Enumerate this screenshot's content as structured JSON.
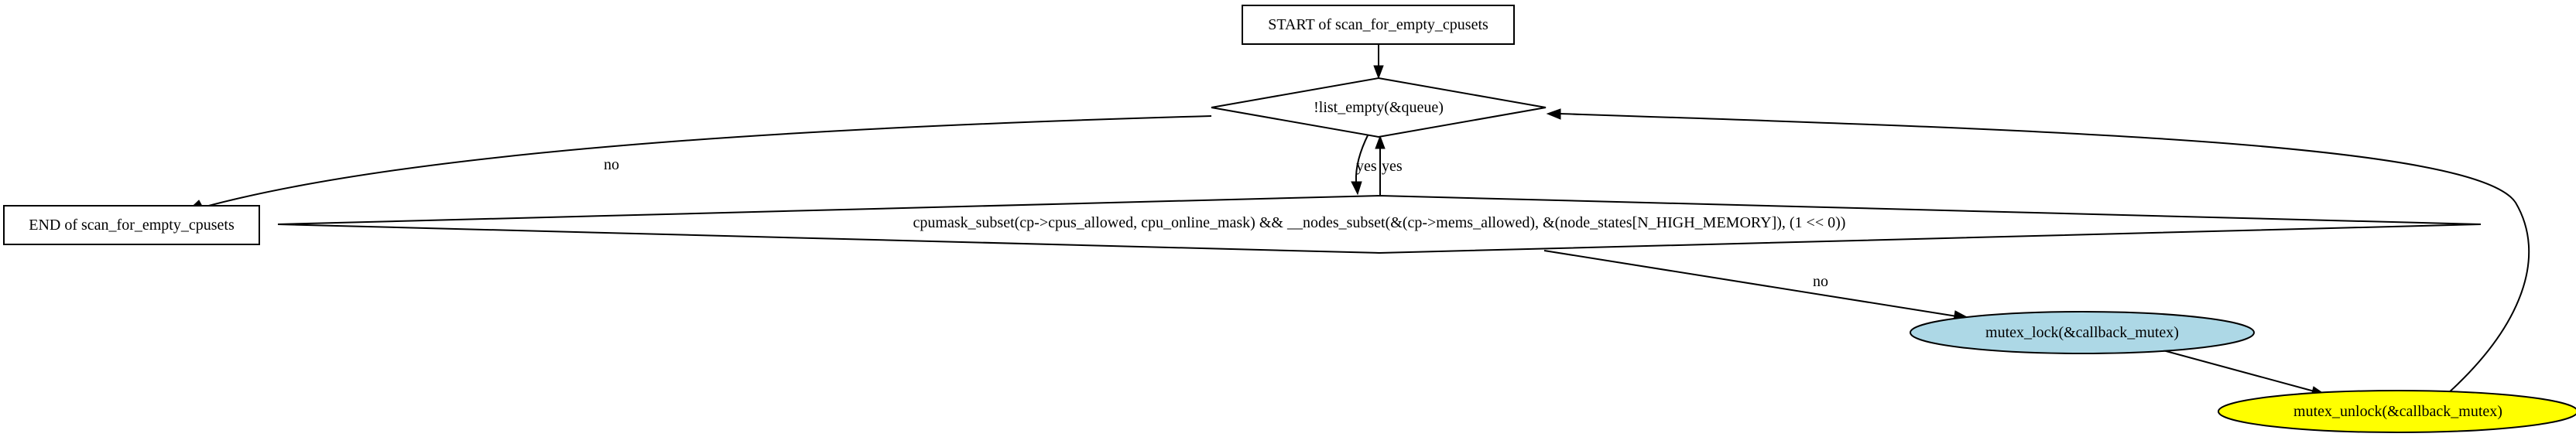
{
  "nodes": {
    "start": {
      "label": "START of scan_for_empty_cpusets",
      "shape": "box"
    },
    "loop": {
      "label": "!list_empty(&queue)",
      "shape": "diamond"
    },
    "end": {
      "label": "END of scan_for_empty_cpusets",
      "shape": "box"
    },
    "check": {
      "label": "cpumask_subset(cp->cpus_allowed, cpu_online_mask) && __nodes_subset(&(cp->mems_allowed), &(node_states[N_HIGH_MEMORY]), (1 << 0))",
      "shape": "diamond"
    },
    "lock": {
      "label": "mutex_lock(&callback_mutex)",
      "shape": "ellipse",
      "fill": "#add8e6"
    },
    "unlock": {
      "label": "mutex_unlock(&callback_mutex)",
      "shape": "ellipse",
      "fill": "#ffff00"
    }
  },
  "edges": {
    "start_to_loop": {
      "label": ""
    },
    "loop_to_end": {
      "label": "no"
    },
    "loop_to_check": {
      "label": "yes"
    },
    "check_to_loop": {
      "label": "yes"
    },
    "check_to_lock": {
      "label": "no"
    },
    "lock_to_unlock": {
      "label": ""
    },
    "unlock_to_loop": {
      "label": ""
    }
  },
  "colors": {
    "stroke": "#000000",
    "background": "#ffffff",
    "lock_fill": "#add8e6",
    "unlock_fill": "#ffff00"
  }
}
